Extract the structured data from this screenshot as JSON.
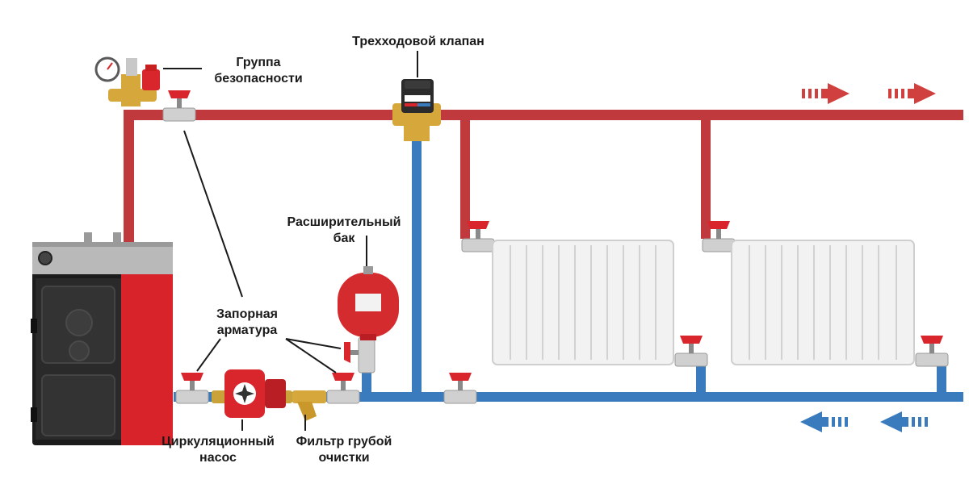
{
  "labels": {
    "three_way_valve": "Трехходовой клапан",
    "safety_group": [
      "Группа",
      "безопасности"
    ],
    "expansion_tank": [
      "Расширительный",
      "бак"
    ],
    "shutoff_valves": [
      "Запорная",
      "арматура"
    ],
    "circulation_pump": [
      "Циркуляционный",
      "насос"
    ],
    "coarse_filter": [
      "Фильтр грубой",
      "очистки"
    ]
  },
  "colors": {
    "supply": "#c0393d",
    "return": "#3a7bbd",
    "valve_handle": "#d9262d",
    "boiler_body": "#d8232a",
    "boiler_front": "#262626",
    "tank": "#d42b2f",
    "radiator": "#f2f2f2",
    "brass": "#d6a73a",
    "leader_line": "#1a1a1a"
  },
  "flow": {
    "supply_direction": "right",
    "return_direction": "left"
  }
}
